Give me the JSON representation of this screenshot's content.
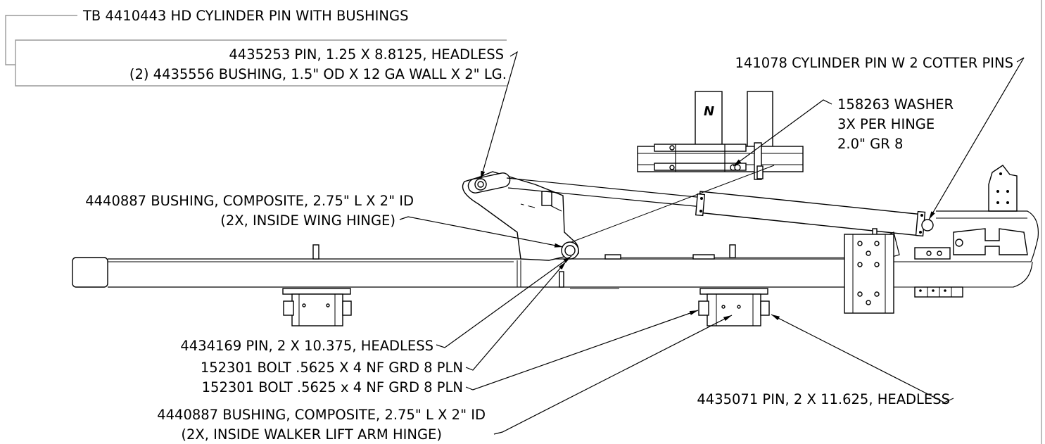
{
  "callouts": {
    "tb_kit": "TB 4410443 HD CYLINDER PIN WITH BUSHINGS",
    "pin_8812": "4435253 PIN, 1.25 X 8.8125, HEADLESS",
    "bushing_15": "(2) 4435556 BUSHING, 1.5\" OD X 12 GA WALL X 2\" LG.",
    "cyl_pin": "141078 CYLINDER PIN W 2 COTTER PINS",
    "washer_1": "158263 WASHER",
    "washer_2": "3X PER HINGE",
    "washer_3": "2.0\" GR 8",
    "bushing_wing_1": "4440887 BUSHING, COMPOSITE, 2.75\" L X 2\" ID",
    "bushing_wing_2": "(2X, INSIDE WING HINGE)",
    "pin_10375": "4434169 PIN, 2 X 10.375, HEADLESS",
    "bolt_1": "152301 BOLT .5625 X 4 NF GRD 8 PLN",
    "bolt_2": "152301 BOLT .5625 x 4 NF GRD 8 PLN",
    "pin_11625": "4435071 PIN, 2 X 11.625, HEADLESS",
    "bushing_walker_1": "4440887 BUSHING, COMPOSITE, 2.75\" L X 2\" ID",
    "bushing_walker_2": "(2X, INSIDE WALKER LIFT ARM HINGE)"
  },
  "detail_mark": "N"
}
